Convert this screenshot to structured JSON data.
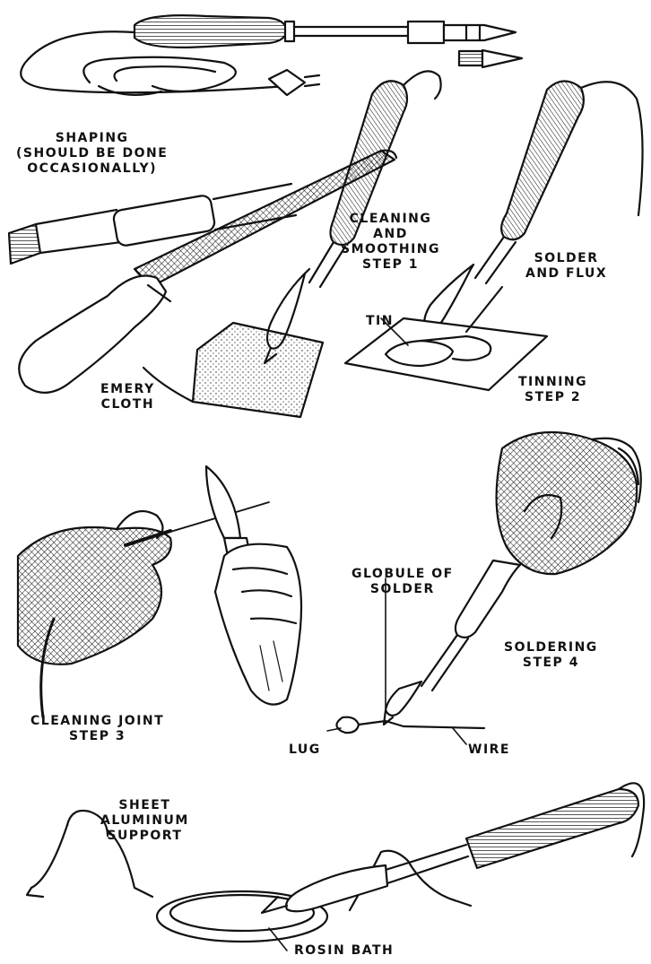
{
  "labels": {
    "shaping": [
      "SHAPING",
      "(SHOULD BE DONE",
      "OCCASIONALLY)"
    ],
    "cleaning_smoothing": [
      "CLEANING",
      "AND",
      "SMOOTHING",
      "STEP 1"
    ],
    "solder_flux": [
      "SOLDER",
      "AND FLUX"
    ],
    "tin": "TIN",
    "emery_cloth": [
      "EMERY",
      "CLOTH"
    ],
    "tinning": [
      "TINNING",
      "STEP 2"
    ],
    "globule": [
      "GLOBULE OF",
      "SOLDER"
    ],
    "soldering": [
      "SOLDERING",
      "STEP 4"
    ],
    "cleaning_joint": [
      "CLEANING JOINT",
      "STEP 3"
    ],
    "lug": "LUG",
    "wire": "WIRE",
    "sheet_support": [
      "SHEET",
      "ALUMINUM",
      "SUPPORT"
    ],
    "rosin_bath": "ROSIN BATH"
  }
}
